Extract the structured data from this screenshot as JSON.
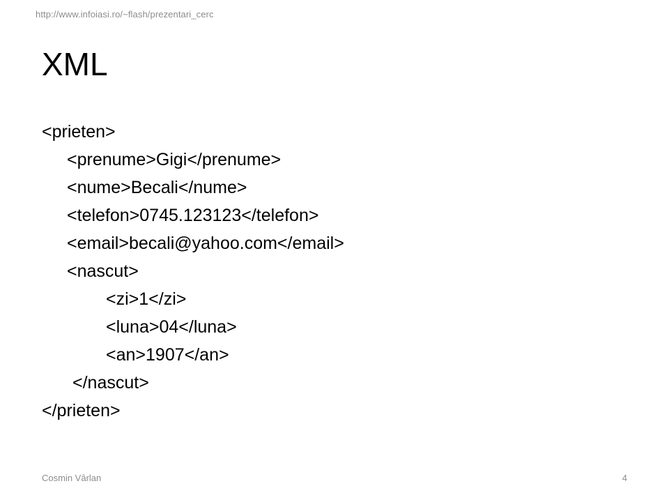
{
  "slide": {
    "header_url": "http://www.infoiasi.ro/~flash/prezentari_cerc",
    "title": "XML",
    "lines": [
      {
        "text": "<prieten>",
        "indent": "indent-0"
      },
      {
        "text": "<prenume>Gigi</prenume>",
        "indent": "indent-1"
      },
      {
        "text": "<nume>Becali</nume>",
        "indent": "indent-1"
      },
      {
        "text": "<telefon>0745.123123</telefon>",
        "indent": "indent-1"
      },
      {
        "text": "<email>becali@yahoo.com</email>",
        "indent": "indent-1"
      },
      {
        "text": "<nascut>",
        "indent": "indent-1"
      },
      {
        "text": "<zi>1</zi>",
        "indent": "indent-2"
      },
      {
        "text": "<luna>04</luna>",
        "indent": "indent-2"
      },
      {
        "text": "<an>1907</an>",
        "indent": "indent-2"
      },
      {
        "text": "</nascut>",
        "indent": "indent-1b"
      },
      {
        "text": "</prieten>",
        "indent": "indent-0"
      }
    ],
    "footer_author": "Cosmin Vârlan",
    "page_number": "4"
  },
  "colors": {
    "text": "#000000",
    "muted": "#8c8c8c",
    "background": "#ffffff"
  }
}
